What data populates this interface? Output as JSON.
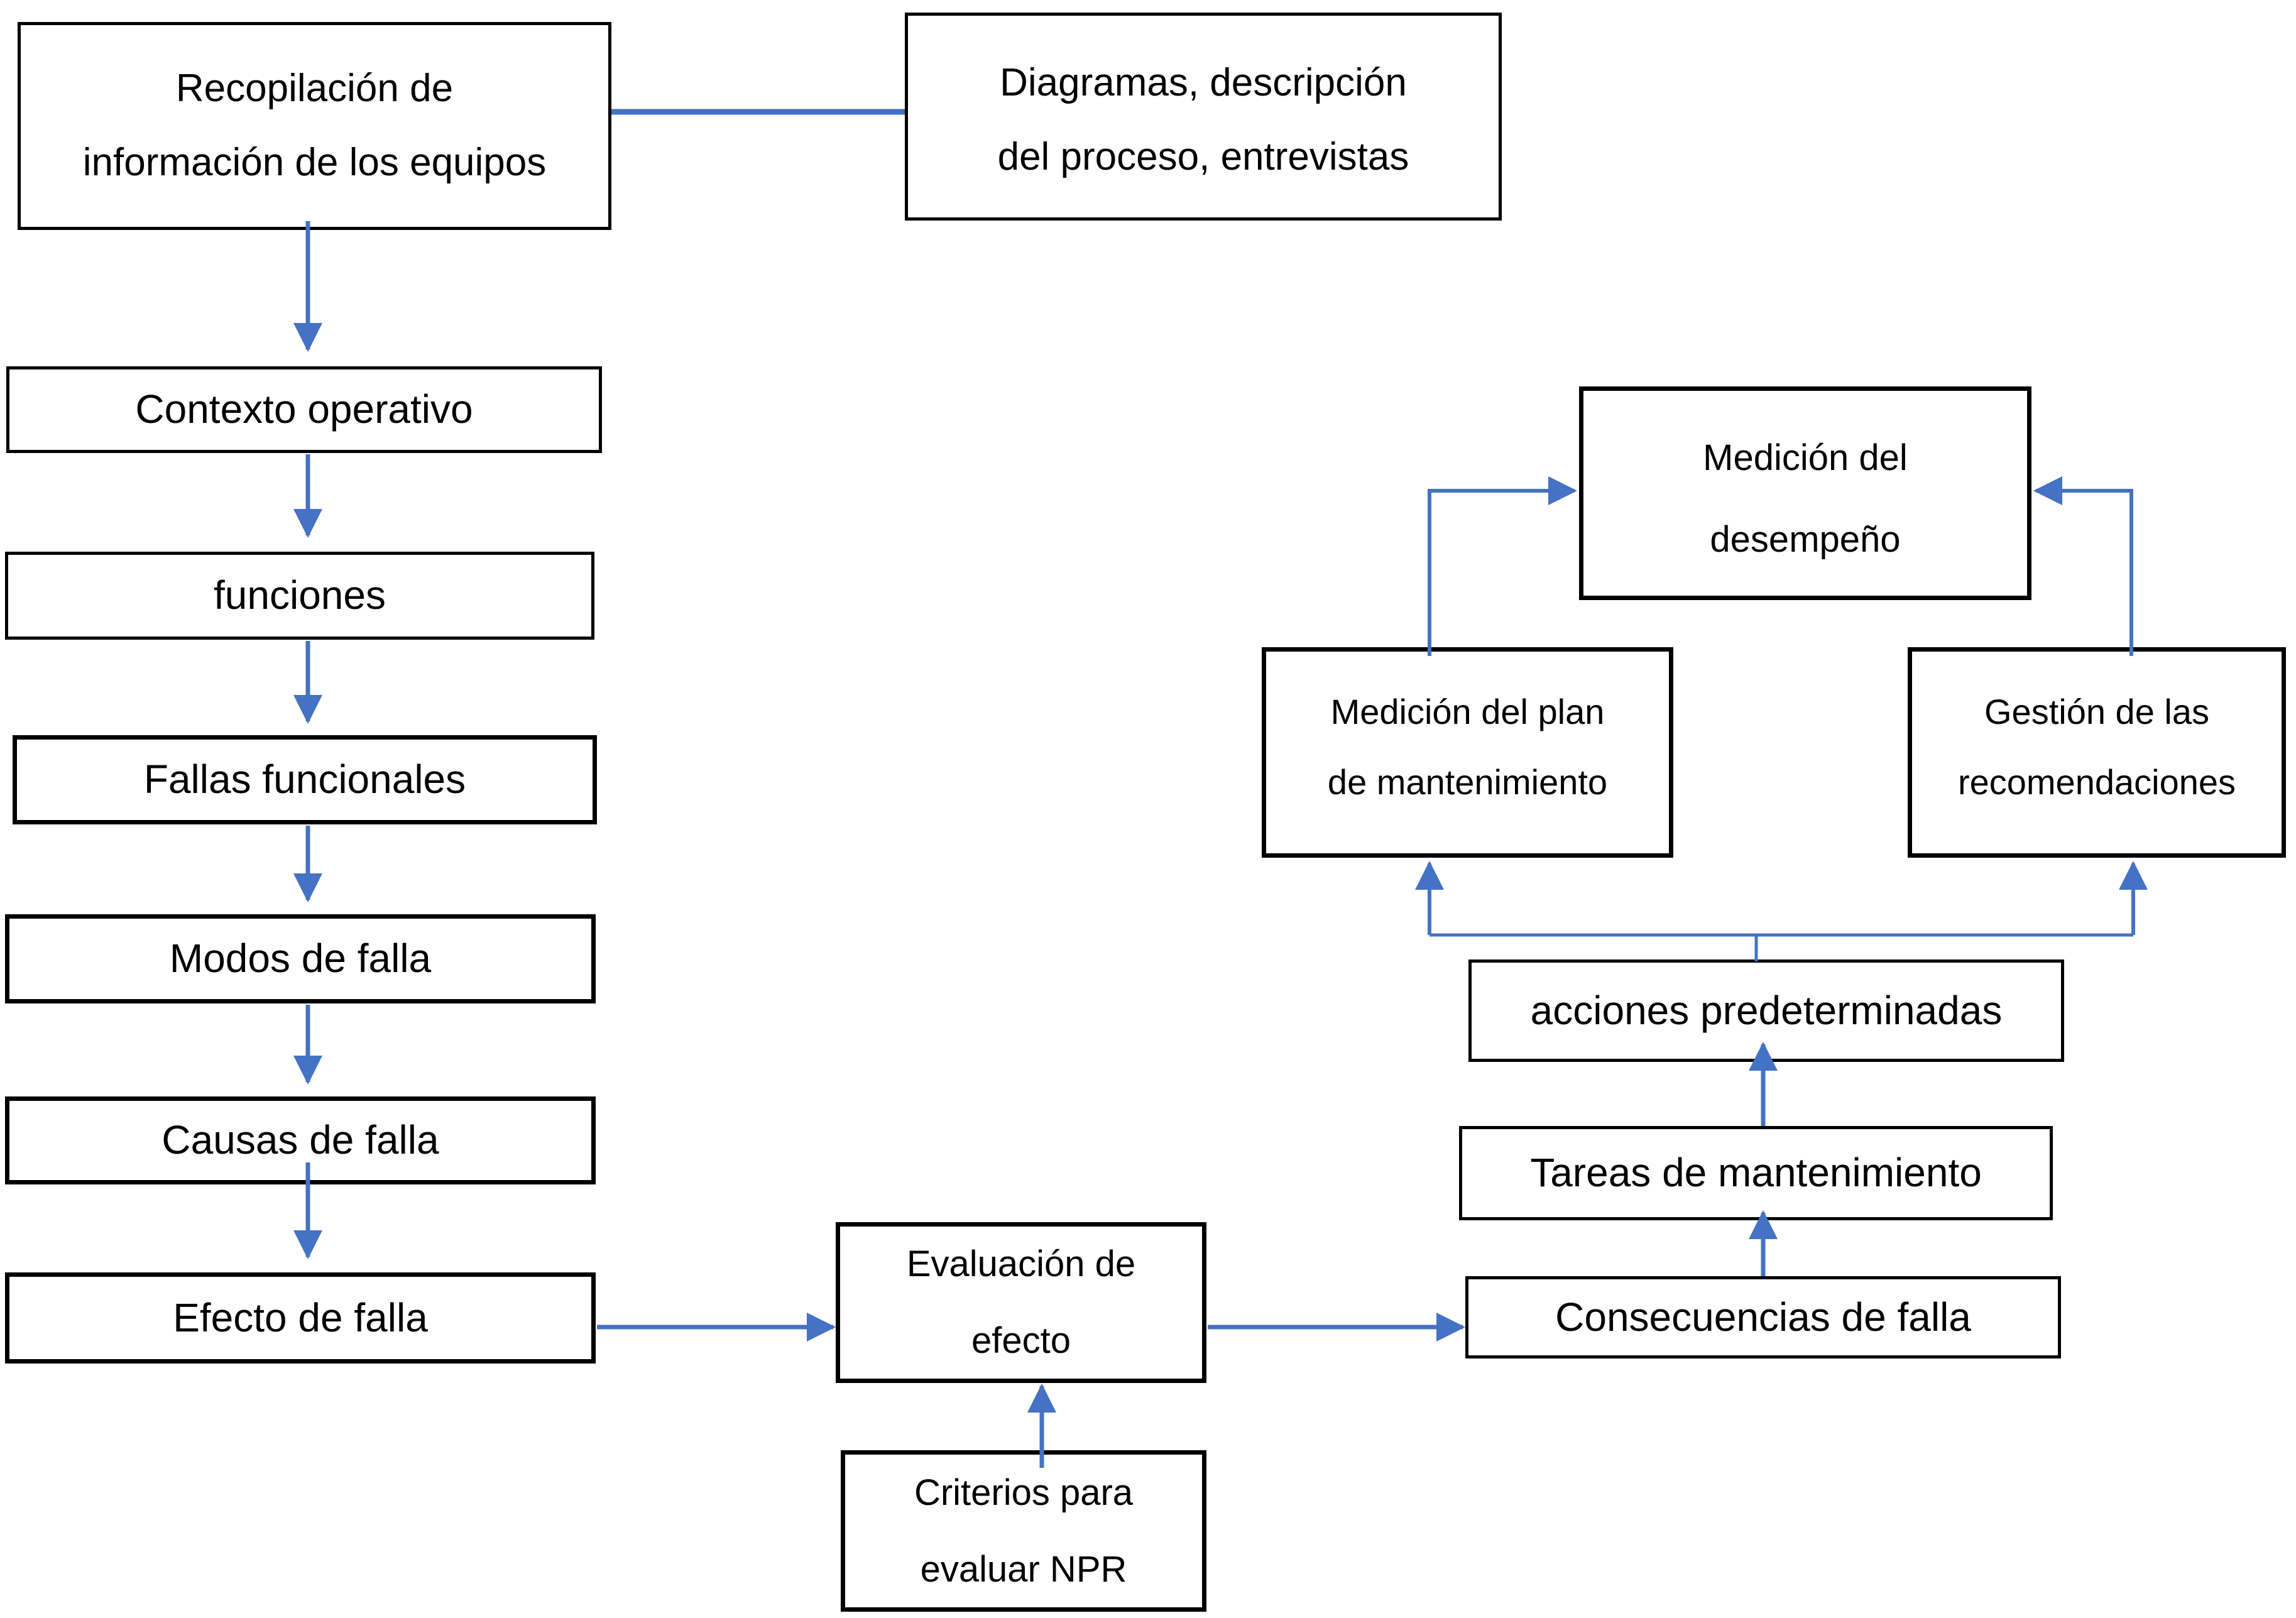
{
  "diagram": {
    "title": "Proceso RCM / AMEF - flujo de implementación",
    "accent_color": "#4472C4",
    "border_color": "#000000",
    "background_color": "#ffffff",
    "nodes": {
      "recopilacion": {
        "label": "Recopilación de\ninformación de los equipos"
      },
      "diagramas": {
        "label": "Diagramas, descripción\ndel proceso, entrevistas"
      },
      "contexto": {
        "label": "Contexto operativo"
      },
      "funciones": {
        "label": "funciones"
      },
      "fallas": {
        "label": "Fallas funcionales"
      },
      "modos": {
        "label": "Modos de falla"
      },
      "causas": {
        "label": "Causas de falla"
      },
      "efecto": {
        "label": "Efecto de falla"
      },
      "evaluacion": {
        "label": "Evaluación de\nefecto"
      },
      "criterios": {
        "label": "Criterios para\nevaluar NPR"
      },
      "consecuencias": {
        "label": "Consecuencias de falla"
      },
      "tareas": {
        "label": "Tareas de mantenimiento"
      },
      "acciones": {
        "label": "acciones predeterminadas"
      },
      "medicion_plan": {
        "label": "Medición del plan\nde mantenimiento"
      },
      "gestion": {
        "label": "Gestión de las\nrecomendaciones"
      },
      "desempeno": {
        "label": "Medición del\ndesempeño"
      }
    },
    "edges": [
      {
        "from": "recopilacion",
        "to": "diagramas",
        "style": "plain-line"
      },
      {
        "from": "recopilacion",
        "to": "contexto",
        "style": "arrow-down"
      },
      {
        "from": "contexto",
        "to": "funciones",
        "style": "arrow-down"
      },
      {
        "from": "funciones",
        "to": "fallas",
        "style": "arrow-down"
      },
      {
        "from": "fallas",
        "to": "modos",
        "style": "arrow-down"
      },
      {
        "from": "modos",
        "to": "causas",
        "style": "arrow-down"
      },
      {
        "from": "causas",
        "to": "efecto",
        "style": "arrow-down"
      },
      {
        "from": "efecto",
        "to": "evaluacion",
        "style": "arrow-right"
      },
      {
        "from": "criterios",
        "to": "evaluacion",
        "style": "arrow-up"
      },
      {
        "from": "evaluacion",
        "to": "consecuencias",
        "style": "arrow-right"
      },
      {
        "from": "consecuencias",
        "to": "tareas",
        "style": "arrow-up"
      },
      {
        "from": "tareas",
        "to": "acciones",
        "style": "arrow-up"
      },
      {
        "from": "acciones",
        "to": "medicion_plan",
        "style": "elbow-arrow-up"
      },
      {
        "from": "acciones",
        "to": "gestion",
        "style": "elbow-arrow-up"
      },
      {
        "from": "medicion_plan",
        "to": "desempeno",
        "style": "elbow-arrow-right"
      },
      {
        "from": "gestion",
        "to": "desempeno",
        "style": "elbow-arrow-left"
      }
    ]
  }
}
